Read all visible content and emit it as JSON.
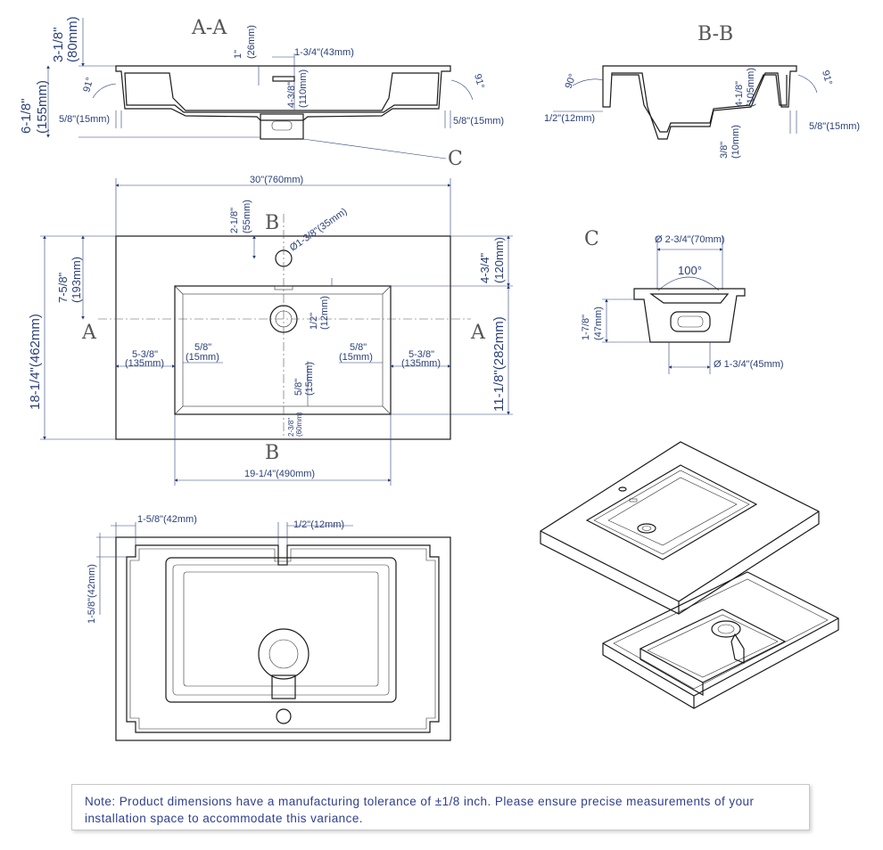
{
  "sections": {
    "aa": "A-A",
    "bb": "B-B",
    "c": "C",
    "a": "A",
    "b": "B"
  },
  "dims": {
    "aa_height": "3-1/8\"",
    "aa_height_mm": "(80mm)",
    "aa_total": "6-1/8\"",
    "aa_total_mm": "(155mm)",
    "aa_lip_l": "5/8\"(15mm)",
    "aa_lip_r": "5/8\"(15mm)",
    "aa_tap_top": "1\"",
    "aa_tap_top_mm": "(26mm)",
    "aa_tap_off": "1-3/4\"(43mm)",
    "aa_depth": "4-3/8\"",
    "aa_depth_mm": "(110mm)",
    "aa_ang_l": "91°",
    "aa_ang_r": "91°",
    "bb_ang_l": "90°",
    "bb_ang_r": "91°",
    "bb_lip": "1/2\"(12mm)",
    "bb_depth": "4-1/8\"",
    "bb_depth_mm": "(105mm)",
    "bb_drain": "3/8\"",
    "bb_drain_mm": "(10mm)",
    "bb_lip_r": "5/8\"(15mm)",
    "top_width": "30\"(760mm)",
    "top_tap": "2-1/8\"",
    "top_tap_mm": "(55mm)",
    "top_hole": "Ø1-3/8\"(35mm)",
    "top_back": "7-5/8\"",
    "top_back_mm": "(193mm)",
    "top_depth": "18-1/4\"(462mm)",
    "top_front": "4-3/4\"",
    "top_front_mm": "(120mm)",
    "top_bowl_d": "11-1/8\"(282mm)",
    "top_side_l": "5-3/8\"",
    "top_side_l_mm": "(135mm)",
    "top_ins_l": "5/8\"",
    "top_ins_l_mm": "(15mm)",
    "top_ins_r": "5/8\"",
    "top_ins_r_mm": "(15mm)",
    "top_side_r": "5-3/8\"",
    "top_side_r_mm": "(135mm)",
    "top_half": "1/2\"",
    "top_half_mm": "(12mm)",
    "top_bot": "5/8\"",
    "top_bot_mm": "(15mm)",
    "top_front_lip": "2-3/8\"",
    "top_front_lip_mm": "(60mm)",
    "top_bowl_w": "19-1/4\"(490mm)",
    "c_dia": "Ø 2-3/4\"(70mm)",
    "c_angle": "100°",
    "c_height": "1-7/8\"",
    "c_height_mm": "(47mm)",
    "c_out": "Ø 1-3/4\"(45mm)",
    "bot_notch": "1-5/8\"(42mm)",
    "bot_slot": "1/2\"(12mm)",
    "bot_side": "1-5/8\"(42mm)"
  },
  "note": "Note: Product dimensions have a manufacturing tolerance of ±1/8 inch. Please ensure precise measurements of your installation space to accommodate this variance."
}
